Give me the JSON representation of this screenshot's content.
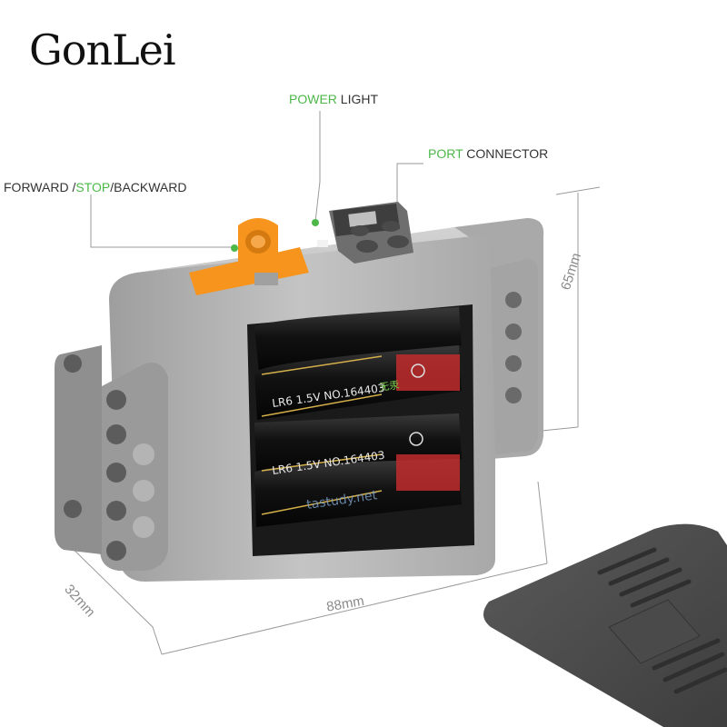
{
  "brand": {
    "logo_text": "GonLei"
  },
  "callouts": {
    "power_light": {
      "part1": "POWER",
      "part2": " LIGHT"
    },
    "port_connector": {
      "part1": "PORT",
      "part2": " CONNECTOR"
    },
    "switch": {
      "part1": "FORWARD /",
      "part2": "STOP",
      "part3": "/BACKWARD"
    }
  },
  "dimensions": {
    "height": "65mm",
    "depth": "32mm",
    "width": "88mm"
  },
  "battery_text": {
    "model": "LR6 1.5V NO.164403",
    "tag": "无汞",
    "watermark": "tastudy.net"
  },
  "colors": {
    "accent_green": "#4cb848",
    "switch_orange": "#f7941d",
    "body_gray": "#b9b9b9"
  }
}
